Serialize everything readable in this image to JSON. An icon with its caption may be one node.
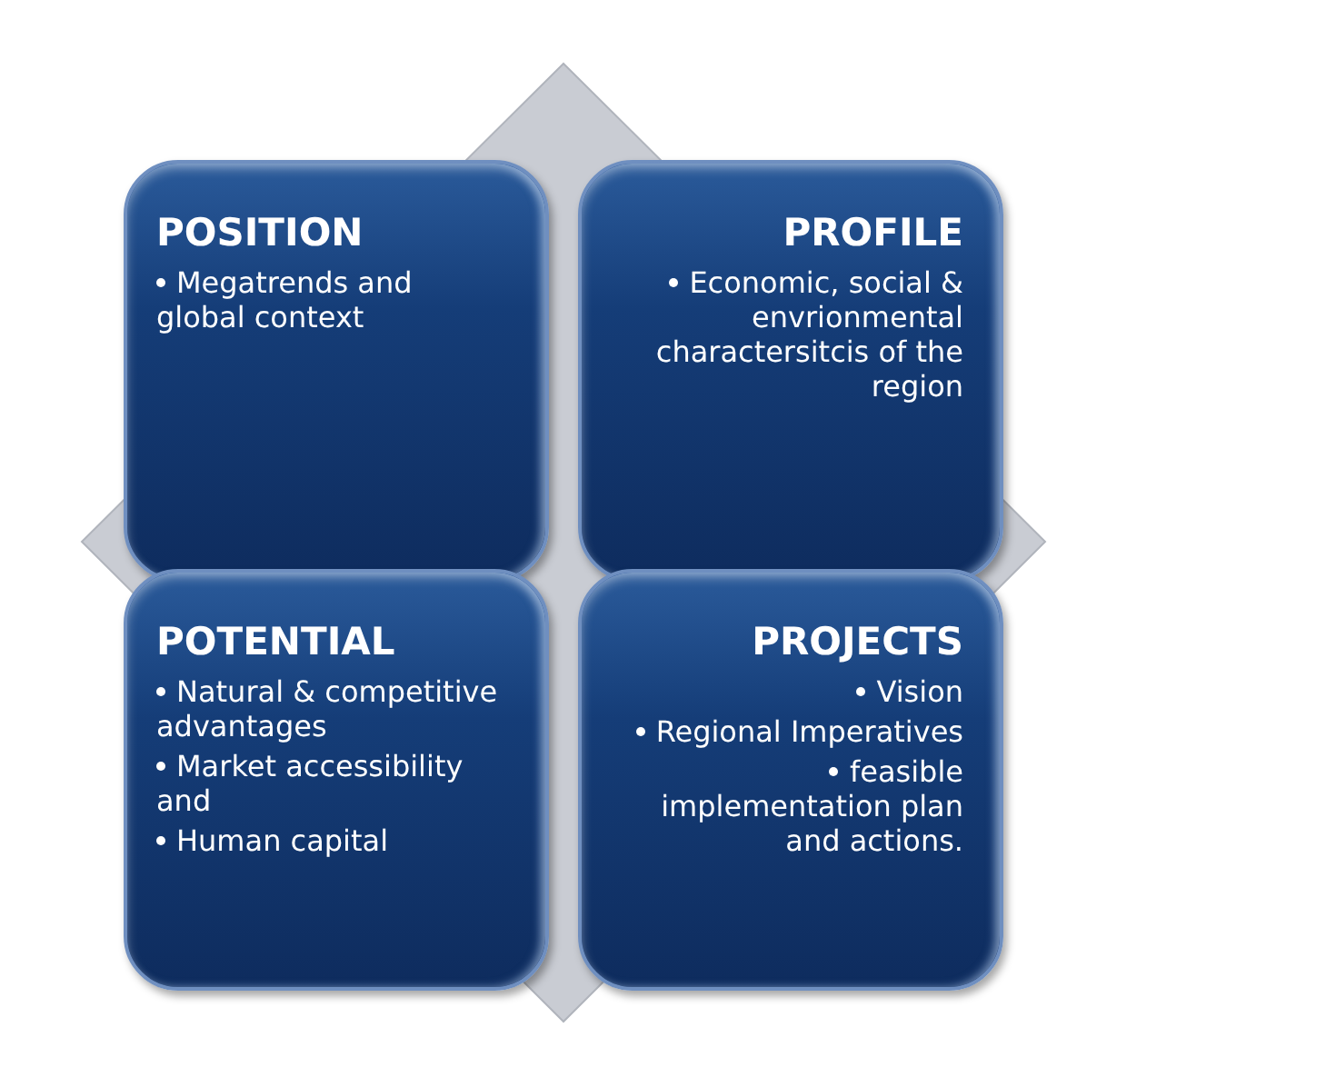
{
  "diagram": {
    "nodes": [
      {
        "text": [
          "POSITION",
          "Megatrends and global context"
        ]
      },
      {
        "text": [
          "PROFILE",
          "Economic, social & envrionmental charactersitcis of the region"
        ]
      },
      {
        "text": [
          "POTENTIAL",
          "Natural & competitive advantages",
          "Market accessibility and",
          "Human capital"
        ]
      },
      {
        "text": [
          "PROJECTS",
          "Vision",
          "Regional Imperatives",
          "feasible implementation plan and actions."
        ]
      }
    ]
  }
}
